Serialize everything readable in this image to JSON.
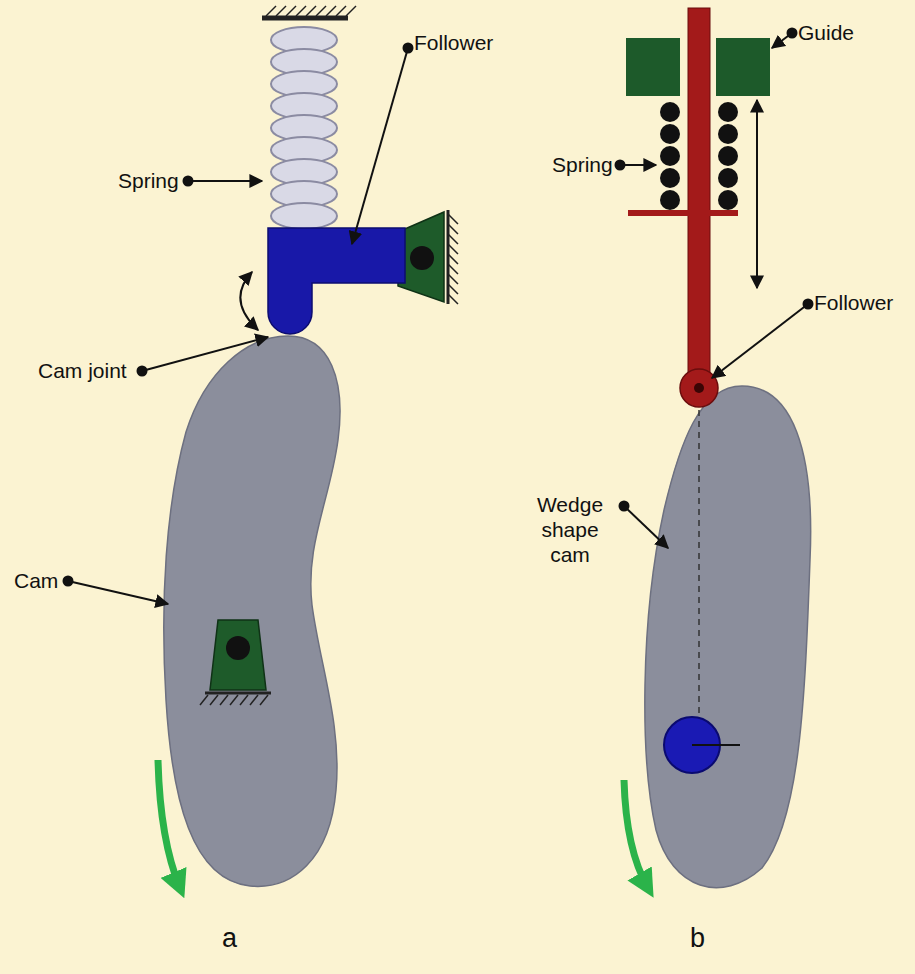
{
  "diagram": {
    "labels": [
      "Spring",
      "Follower",
      "Cam joint",
      "Cam",
      "a",
      "Guide",
      "Spring",
      "Follower",
      "Wedge shape cam",
      "b"
    ]
  }
}
